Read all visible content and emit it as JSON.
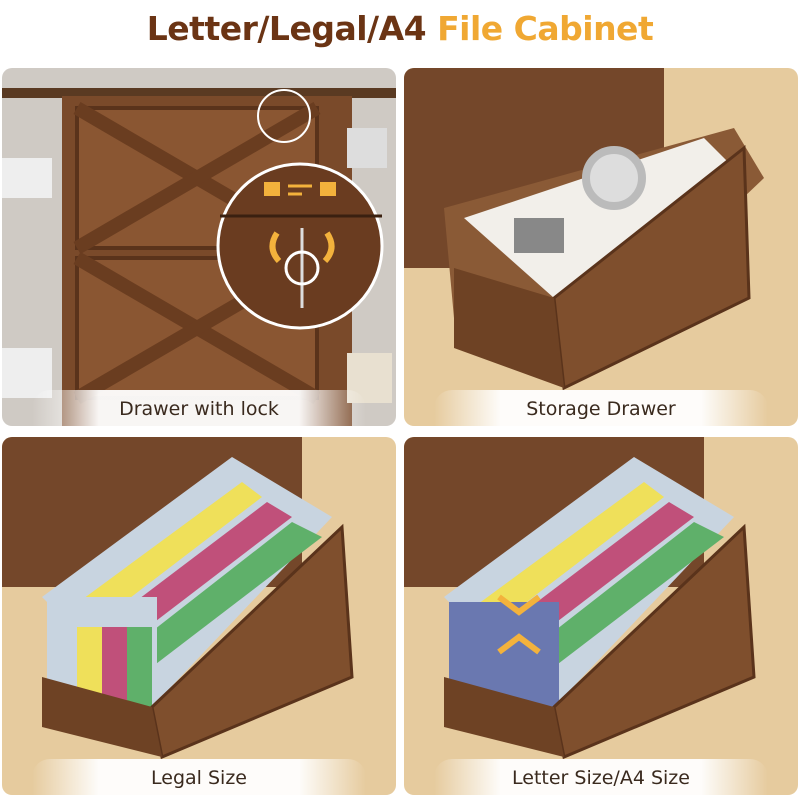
{
  "title": {
    "part1": "Letter/Legal/A4",
    "part2": "File Cabinet"
  },
  "colors": {
    "title_dark": "#6b3414",
    "title_accent": "#f0a833",
    "wood": "#7a4a2a",
    "floor": "#e3c79a"
  },
  "panels": [
    {
      "caption": "Drawer with lock",
      "icons": [
        "lock-icon",
        "unlock-icon",
        "rotate-arrow-icon"
      ]
    },
    {
      "caption": "Storage Drawer"
    },
    {
      "caption": "Legal Size"
    },
    {
      "caption": "Letter Size/A4 Size"
    }
  ]
}
